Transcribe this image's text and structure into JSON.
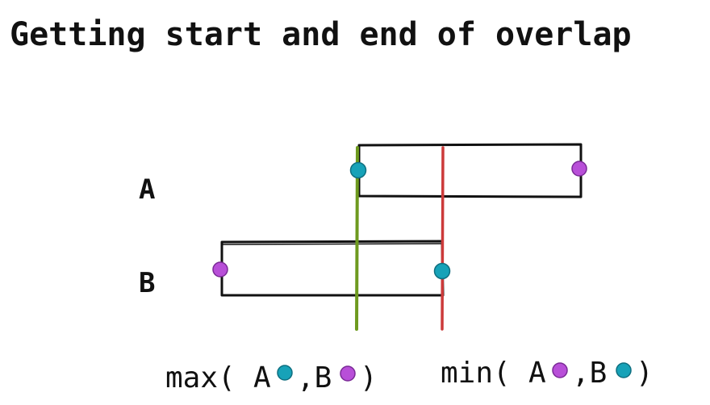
{
  "title": "Getting start and end of overlap",
  "rows": [
    {
      "label": "A",
      "start_dot": "cyan",
      "end_dot": "purple"
    },
    {
      "label": "B",
      "start_dot": "purple",
      "end_dot": "cyan"
    }
  ],
  "formulas": {
    "start": {
      "fn": "max(",
      "a": "A",
      "sep": ",B",
      "close": ")"
    },
    "end": {
      "fn": "min(",
      "a": "A",
      "sep": ",B",
      "close": ")"
    }
  },
  "colors": {
    "start_line": "#6e9a1f",
    "end_line": "#cc3a3a",
    "cyan_dot": "#17a2b8",
    "purple_dot": "#b84fd8",
    "stroke": "#111111"
  }
}
